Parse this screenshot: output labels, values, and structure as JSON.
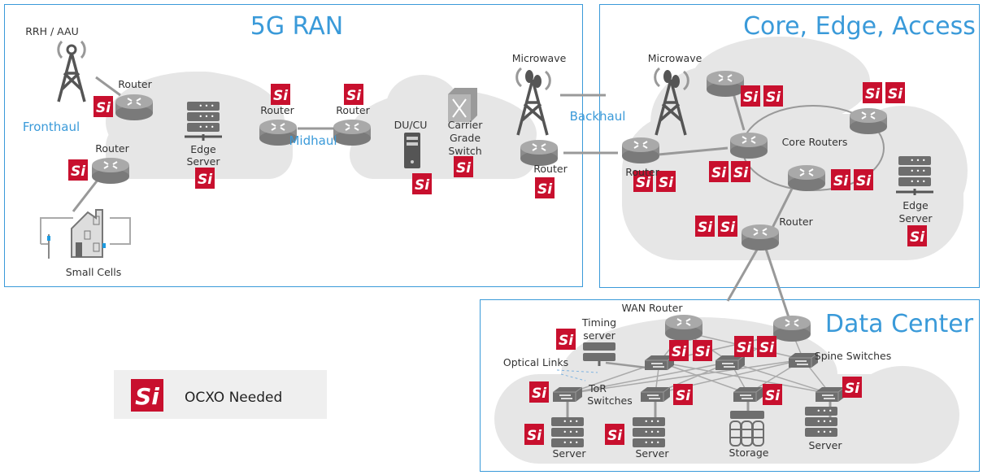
{
  "panels": {
    "ran_title": "5G RAN",
    "core_title": "Core, Edge, Access",
    "dc_title": "Data Center"
  },
  "legend": {
    "badge_text": "Si",
    "label": "OCXO Needed"
  },
  "badge": {
    "text": "Si",
    "color": "#c8102e"
  },
  "colors": {
    "accent": "#3a9ad9",
    "icon_gray": "#8c8c8c",
    "cloud": "#e6e6e6",
    "badge": "#c8102e"
  },
  "labels": {
    "rrh": "RRH / AAU",
    "ran_router_top": "Router",
    "fronthaul": "Fronthaul",
    "ran_router_left": "Router",
    "ran_edge_1": "Edge",
    "ran_edge_2": "Server",
    "midhaul_router_a": "Router",
    "midhaul_router_b": "Router",
    "midhaul": "Midhaul",
    "ducu": "DU/CU",
    "carrier_1": "Carrier",
    "carrier_2": "Grade",
    "carrier_3": "Switch",
    "microwave_ran": "Microwave",
    "ran_router_right": "Router",
    "backhaul": "Backhaul",
    "small_cells": "Small Cells",
    "microwave_core": "Microwave",
    "core_router_left": "Router",
    "core_routers": "Core Routers",
    "access_router": "Router",
    "core_edge_1": "Edge",
    "core_edge_2": "Server",
    "wan_router": "WAN Router",
    "timing_1": "Timing",
    "timing_2": "server",
    "optical_links": "Optical Links",
    "spine": "Spine Switches",
    "tor_1": "ToR",
    "tor_2": "Switches",
    "server_1": "Server",
    "server_2": "Server",
    "storage": "Storage",
    "server_3": "Server"
  }
}
